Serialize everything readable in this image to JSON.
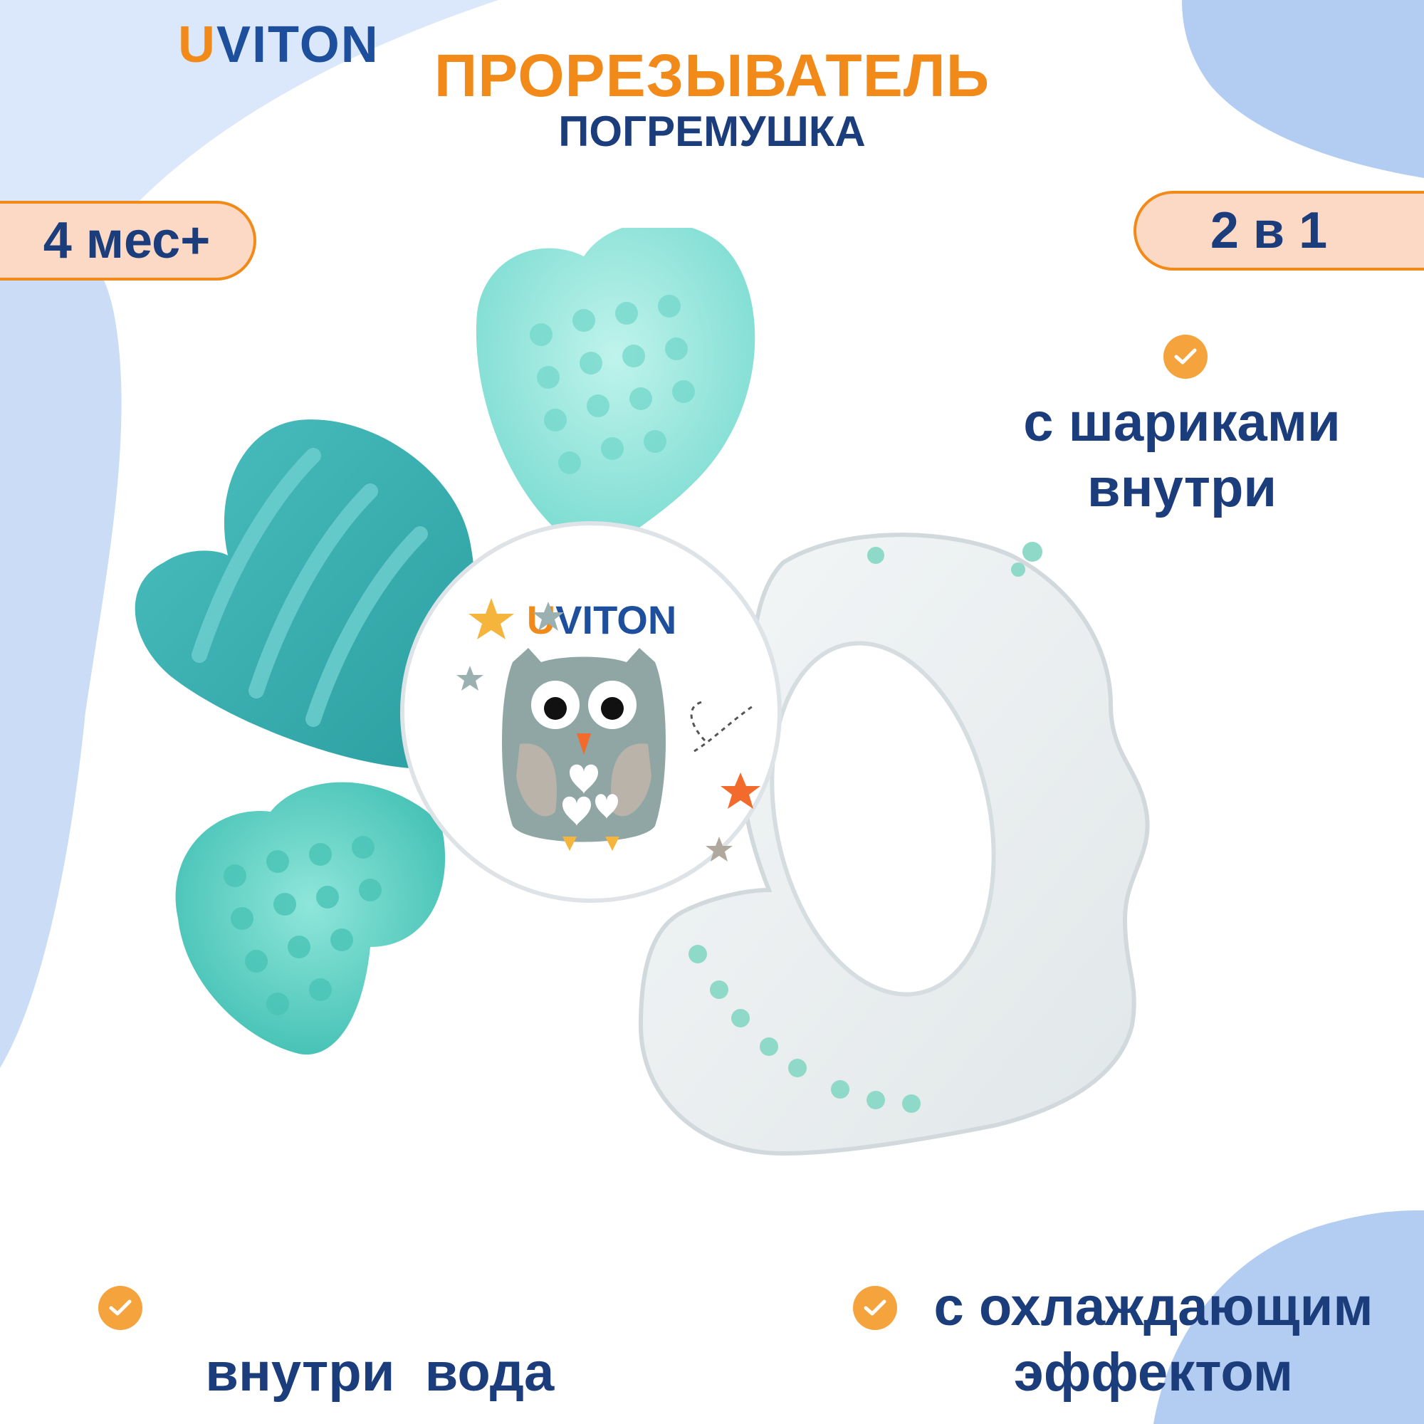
{
  "brand": {
    "prefix": "U",
    "rest": "VITON"
  },
  "header": {
    "title": "ПРОРЕЗЫВАТЕЛЬ",
    "subtitle": "ПОГРЕМУШКА"
  },
  "badges": {
    "age": "4 мес+",
    "combo": "2 в 1"
  },
  "features": [
    {
      "line1": "с шариками",
      "line2": "внутри"
    },
    {
      "line1": "внутри  вода",
      "line2": ""
    },
    {
      "line1": "с охлаждающим",
      "line2": "эффектом"
    }
  ],
  "product": {
    "disc_brand_prefix": "U",
    "disc_brand_rest": "VITON"
  },
  "colors": {
    "accent": "#f28a1a",
    "navy": "#1c3d7c",
    "teal": "#3ab2b4",
    "mint": "#7fe0d4",
    "bg_blue": "#b7d0f0"
  },
  "icons": [
    "check-icon",
    "owl-icon",
    "star-icon"
  ]
}
